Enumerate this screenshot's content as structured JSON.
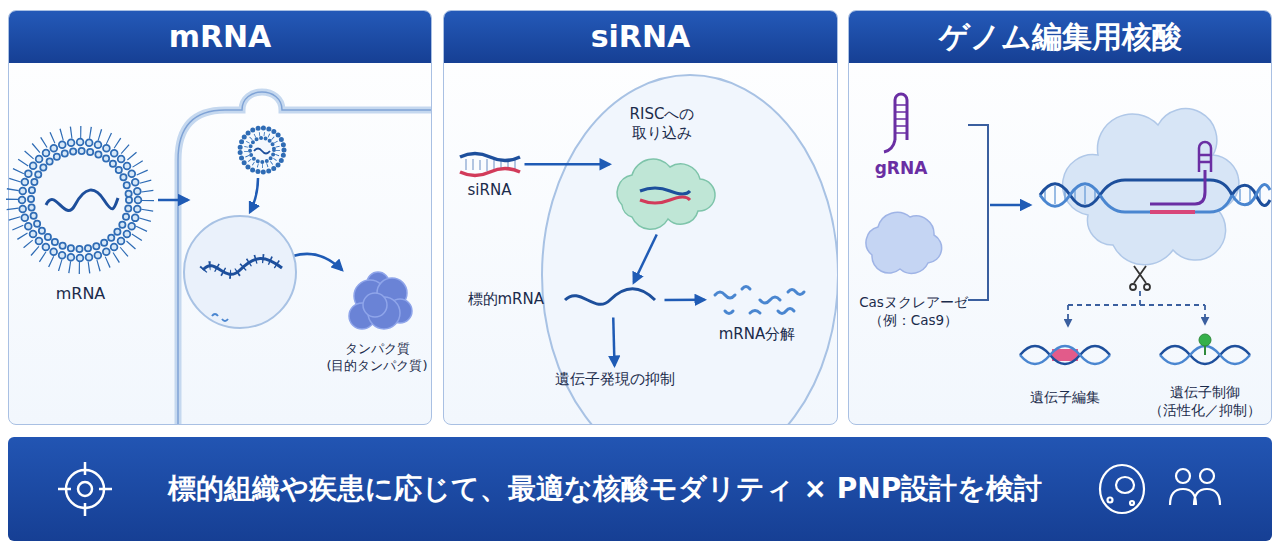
{
  "diagram": {
    "nodes": [
      {
        "text": [
          "mRNA"
        ]
      },
      {
        "text": [
          "mRNA"
        ],
        "in": 0
      },
      {
        "text": [
          "タンパク質 (目的タンパク質)"
        ],
        "in": 0
      },
      {
        "text": [
          "siRNA"
        ]
      },
      {
        "text": [
          "siRNA"
        ],
        "in": 3
      },
      {
        "text": [
          "RISCへの 取り込み"
        ],
        "in": 3
      },
      {
        "text": [
          "標的mRNA"
        ],
        "in": 3
      },
      {
        "text": [
          "mRNA分解"
        ],
        "in": 3
      },
      {
        "text": [
          "遺伝子発現の抑制"
        ],
        "in": 3
      },
      {
        "text": [
          "ゲノム編集用核酸"
        ]
      },
      {
        "text": [
          "gRNA"
        ],
        "in": 9
      },
      {
        "text": [
          "Casヌクレアーゼ （例：Cas9）"
        ],
        "in": 9
      },
      {
        "text": [
          "遺伝子編集"
        ],
        "in": 9
      },
      {
        "text": [
          "遺伝子制御 （活性化／抑制）"
        ],
        "in": 9
      },
      {
        "text": [
          "標的組織や疾患に応じて、最適な核酸モダリティ × PNP設計を検討"
        ]
      }
    ],
    "edges": [
      {
        "from": 4,
        "to": 5,
        "arrow": "to"
      },
      {
        "from": 5,
        "to": 6,
        "arrow": "to"
      },
      {
        "from": 6,
        "to": 7,
        "arrow": "to"
      },
      {
        "from": 6,
        "to": 8,
        "arrow": "to"
      }
    ]
  }
}
